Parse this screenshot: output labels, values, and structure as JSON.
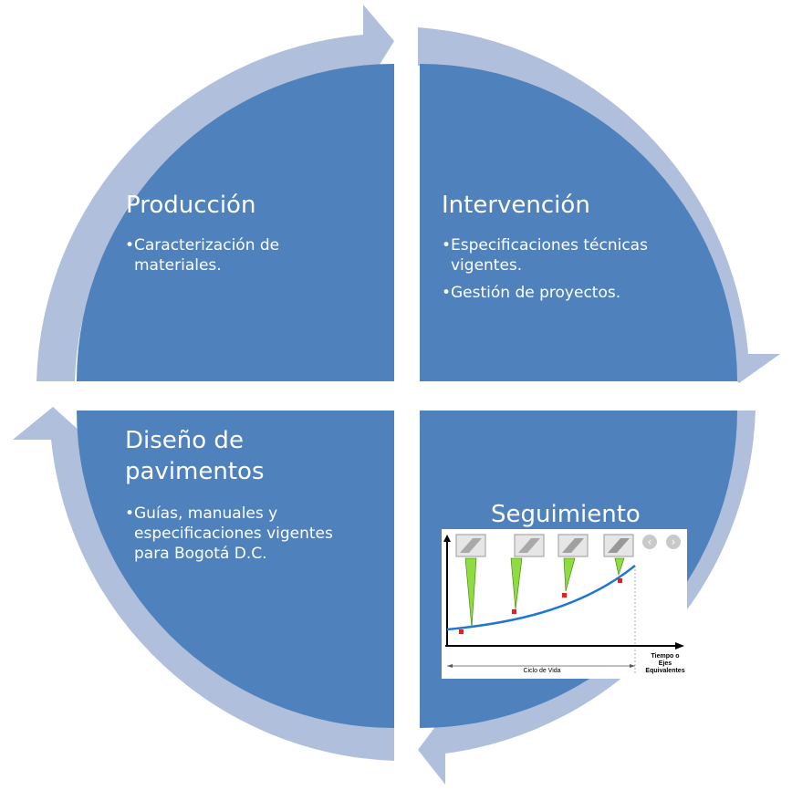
{
  "quadrants": {
    "produccion": {
      "title": "Producción",
      "bullets": [
        "Caracterización de materiales."
      ]
    },
    "intervencion": {
      "title": "Intervención",
      "bullets": [
        "Especificaciones técnicas vigentes.",
        "Gestión de proyectos."
      ]
    },
    "diseno": {
      "title": "Diseño de pavimentos",
      "bullets": [
        "Guías, manuales y especificaciones vigentes para Bogotá D.C."
      ]
    },
    "seguimiento": {
      "title": "Seguimiento"
    }
  },
  "chart": {
    "xlabel": "Tiempo o Ejes Equivalentes",
    "span_label": "Ciclo de Vida",
    "prev_icon": "chevron-left-icon",
    "next_icon": "chevron-right-icon",
    "prev_glyph": "‹",
    "next_glyph": "›"
  },
  "colors": {
    "quadrant_fill": "#4f81bd",
    "ring": "#b0c0dc",
    "curve": "#1f77d4",
    "wedge": "#8edc3f",
    "marker": "#e8201c"
  }
}
